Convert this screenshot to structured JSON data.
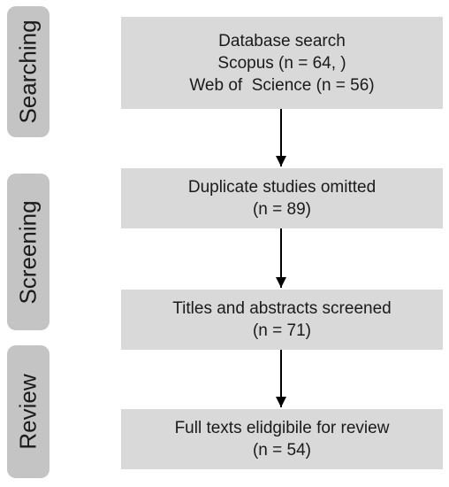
{
  "phases": {
    "searching": "Searching",
    "screening": "Screening",
    "review": "Review"
  },
  "boxes": {
    "database_search": {
      "line1": "Database search",
      "line2": "Scopus (n = 64, )",
      "line3": "Web of  Science (n = 56)"
    },
    "duplicates": {
      "line1": "Duplicate studies omitted",
      "line2": "(n = 89)"
    },
    "titles_abstracts": {
      "line1": "Titles and abstracts screened",
      "line2": "(n = 71)"
    },
    "full_texts": {
      "line1": "Full texts elidgibile for review",
      "line2": "(n = 54)"
    }
  },
  "colors": {
    "phase_fill": "#c4c4c4",
    "box_fill": "#d9d9d9",
    "arrow": "#000000"
  }
}
